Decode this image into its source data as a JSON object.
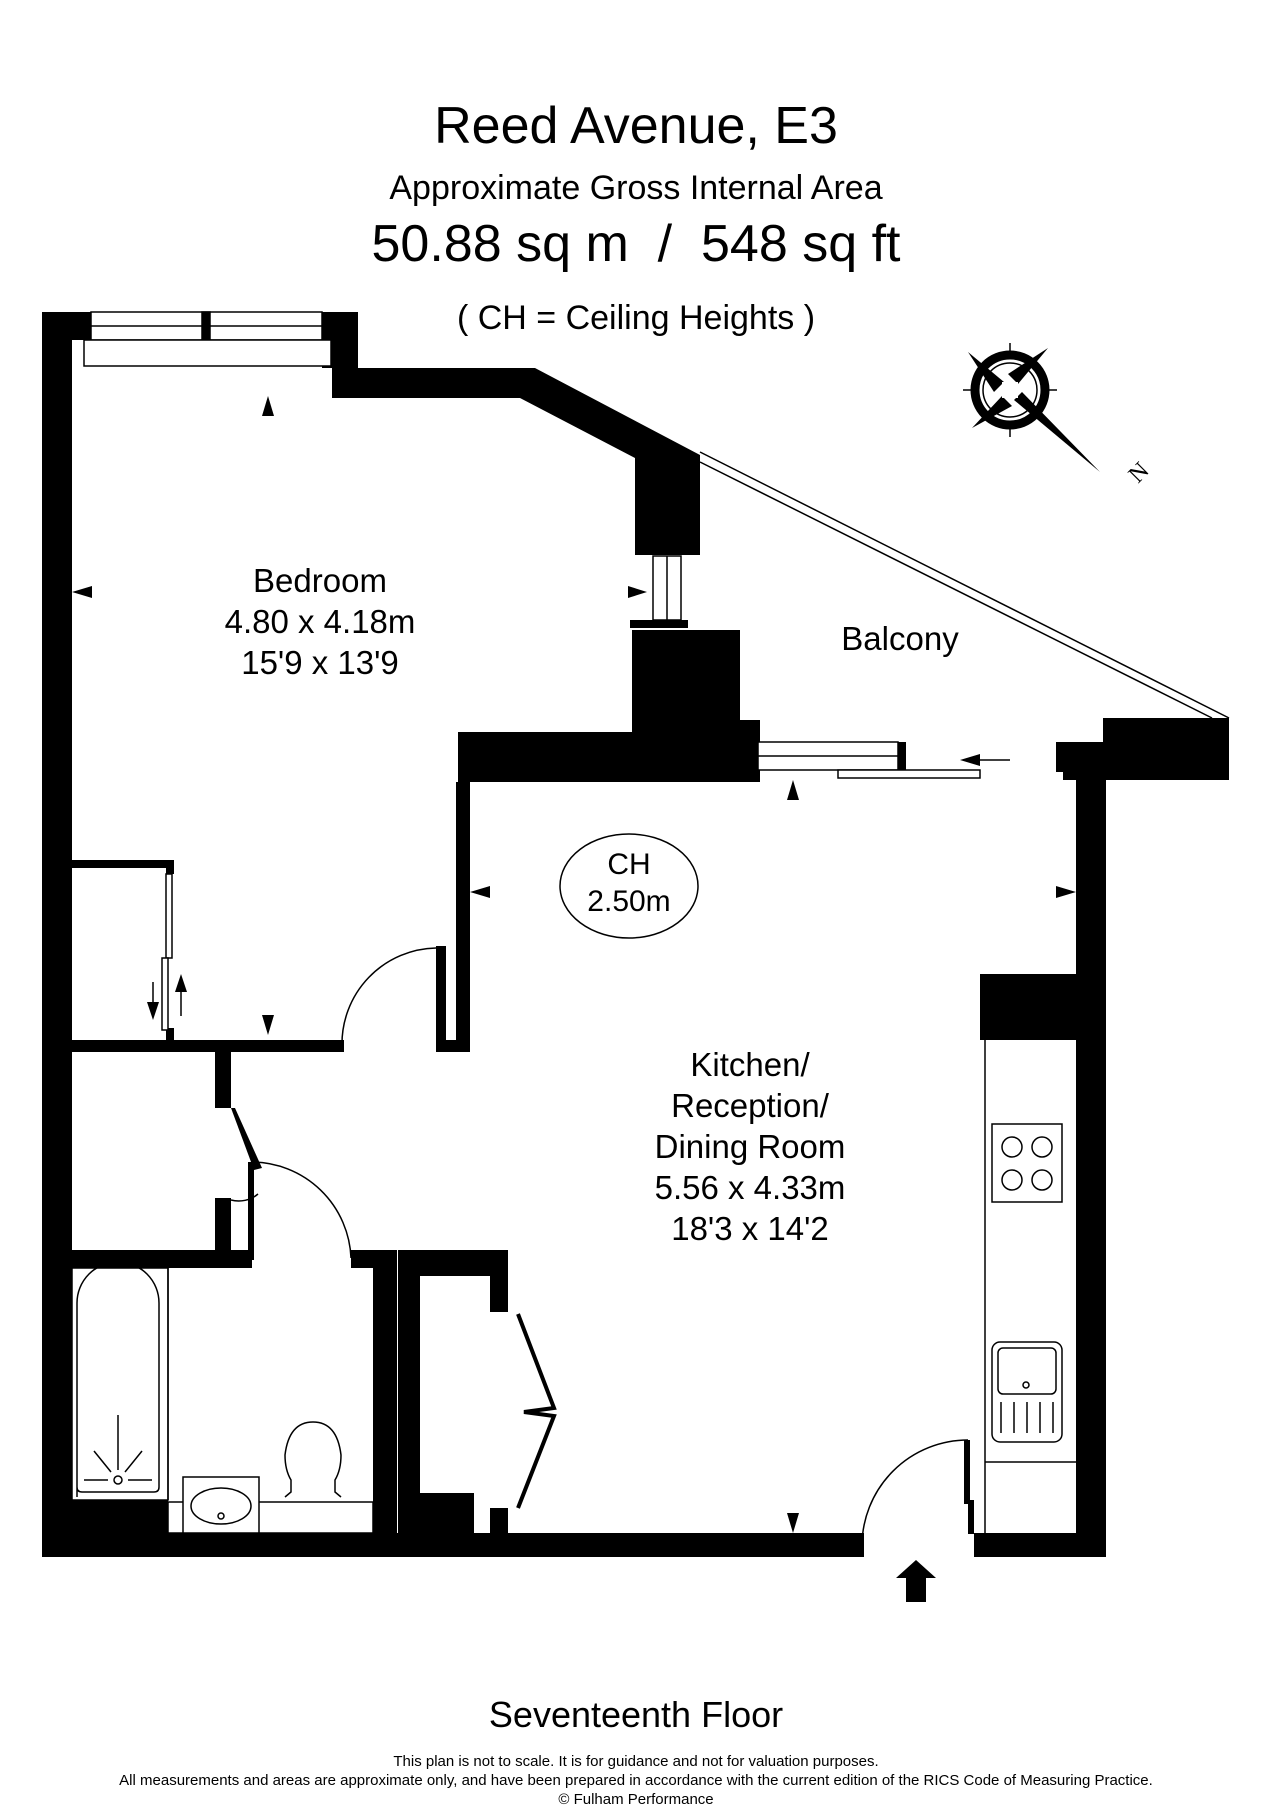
{
  "header": {
    "title": "Reed Avenue, E3",
    "subtitle": "Approximate Gross Internal Area",
    "area": "50.88 sq m  /  548 sq ft",
    "ceiling_note": "( CH = Ceiling Heights )"
  },
  "rooms": {
    "bedroom": {
      "name": "Bedroom",
      "metric": "4.80 x 4.18m",
      "imperial": "15'9 x 13'9"
    },
    "balcony": {
      "name": "Balcony"
    },
    "kitchen": {
      "name_line1": "Kitchen/",
      "name_line2": "Reception/",
      "name_line3": "Dining Room",
      "metric": "5.56 x 4.33m",
      "imperial": "18'3 x 14'2"
    }
  },
  "ceiling_height": {
    "label": "CH",
    "value": "2.50m"
  },
  "compass": {
    "icon": "compass-rose-icon",
    "north_label": "N"
  },
  "footer": {
    "floor": "Seventeenth Floor",
    "disclaimer_line1": "This plan is not to scale. It is for guidance and not for valuation purposes.",
    "disclaimer_line2": "All measurements and areas are approximate only, and have been prepared in accordance with the current edition of the RICS Code of Measuring Practice.",
    "copyright": "© Fulham Performance"
  },
  "colors": {
    "wall": "#000000",
    "background": "#ffffff",
    "line": "#000000"
  }
}
